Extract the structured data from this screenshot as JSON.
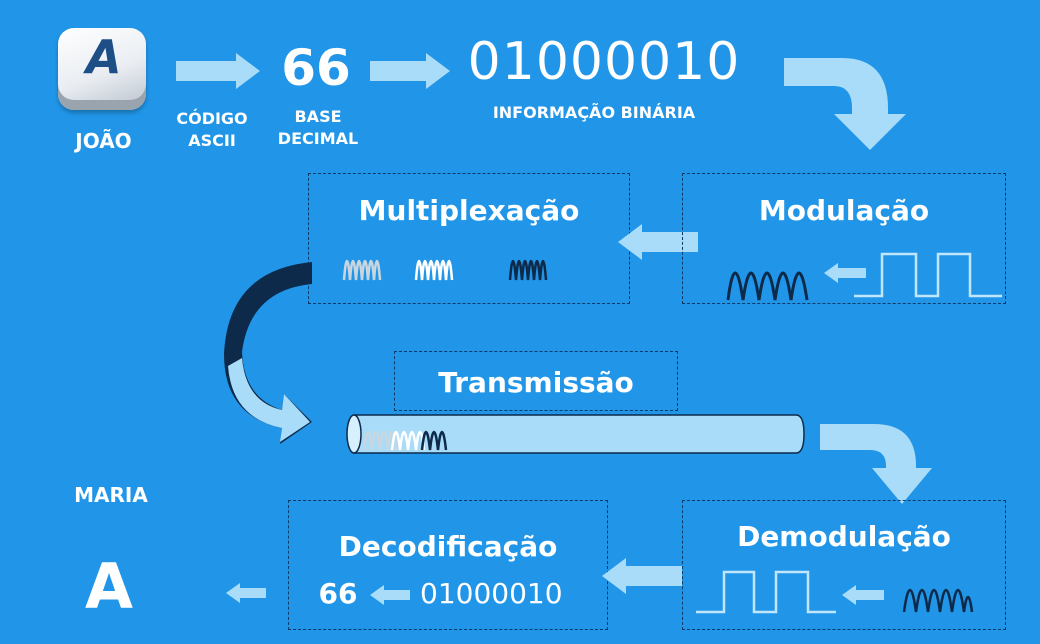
{
  "sender": {
    "name": "JOÃO",
    "key_letter": "A"
  },
  "encoding": {
    "ascii_label": [
      "CÓDIGO",
      "ASCII"
    ],
    "decimal_value": "66",
    "decimal_label": [
      "BASE",
      "DECIMAL"
    ],
    "binary_value": "01000010",
    "binary_label": "INFORMAÇÃO BINÁRIA"
  },
  "stages": {
    "multiplexing": "Multiplexação",
    "modulation": "Modulação",
    "transmission": "Transmissão",
    "demodulation": "Demodulação",
    "decoding": "Decodificação"
  },
  "decoding": {
    "decimal_value": "66",
    "binary_value": "01000010"
  },
  "receiver": {
    "name": "MARIA",
    "letter": "A"
  },
  "colors": {
    "background": "#2196e8",
    "arrow_fill": "#a8dcf8",
    "dark_wave": "#0e2a4a",
    "dashed_border": "#0b3a66"
  }
}
